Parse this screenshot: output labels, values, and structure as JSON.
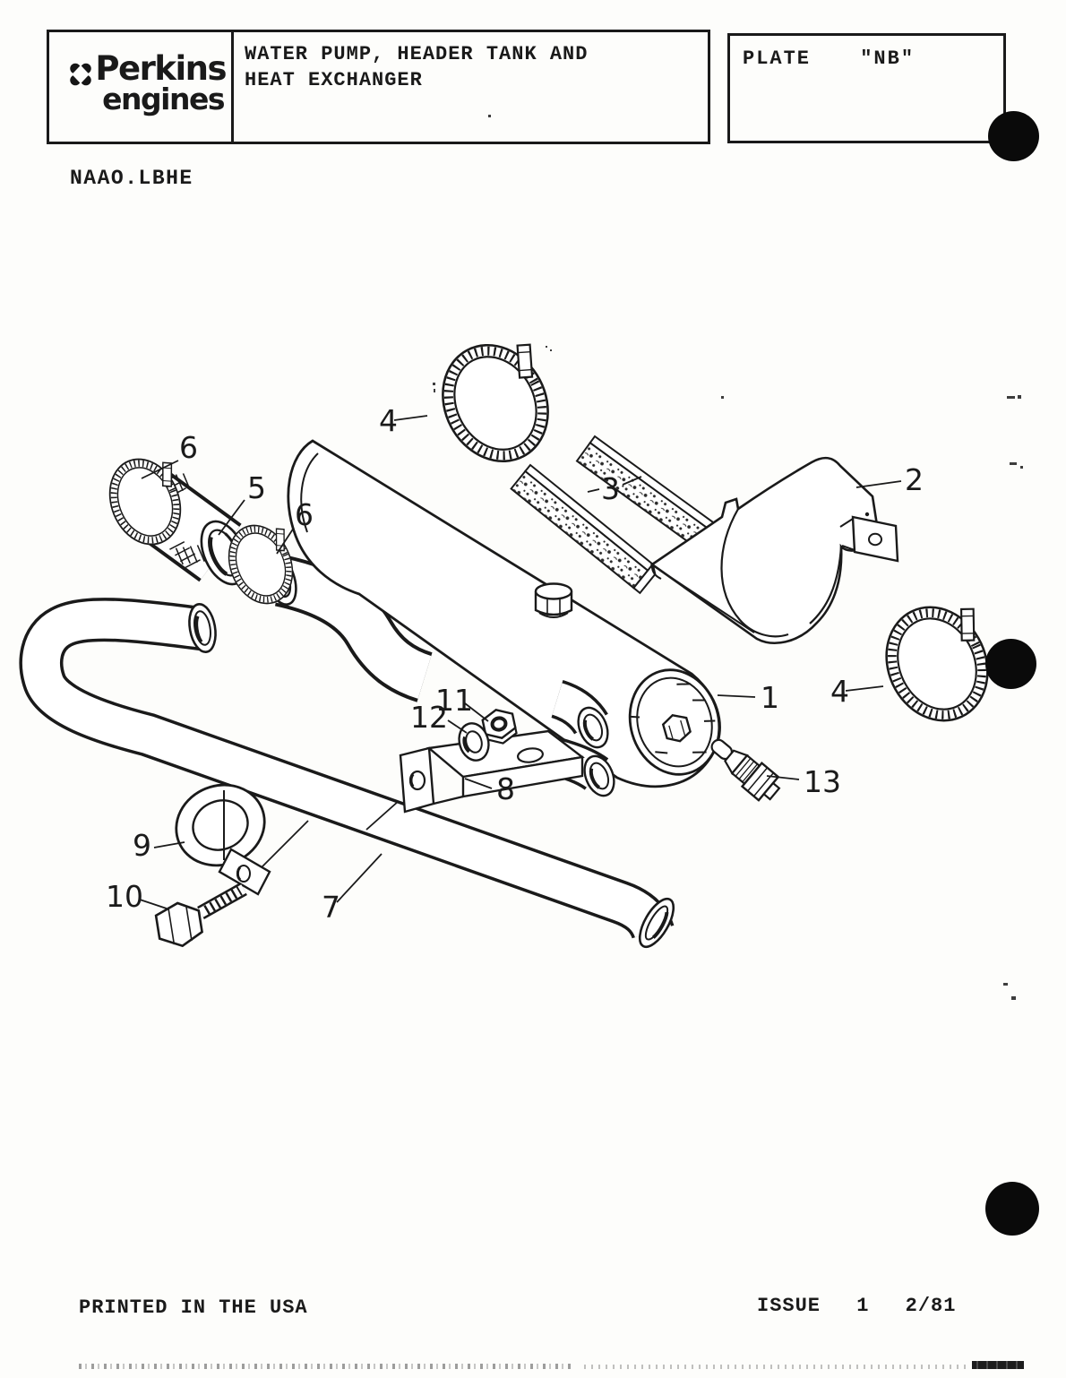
{
  "header": {
    "brand": {
      "name": "Perkins",
      "sub": "engines"
    },
    "title_line1": "WATER PUMP, HEADER TANK AND",
    "title_line2": "HEAT EXCHANGER",
    "plate_label": "PLATE",
    "plate_number": "\"NB\""
  },
  "doc_code": "NAAO.LBHE",
  "diagram": {
    "type": "exploded-parts-view",
    "callouts": [
      {
        "label": "4"
      },
      {
        "label": "6"
      },
      {
        "label": "5"
      },
      {
        "label": "6"
      },
      {
        "label": "3"
      },
      {
        "label": "2"
      },
      {
        "label": "1"
      },
      {
        "label": "4"
      },
      {
        "label": "11"
      },
      {
        "label": "12"
      },
      {
        "label": "8"
      },
      {
        "label": "13"
      },
      {
        "label": "9"
      },
      {
        "label": "10"
      },
      {
        "label": "7"
      }
    ]
  },
  "footer": {
    "printed_in": "PRINTED IN THE USA",
    "issue_label": "ISSUE",
    "issue_number": "1",
    "issue_date": "2/81"
  },
  "colors": {
    "ink": "#1a1a1a",
    "paper": "#fdfdfb"
  }
}
